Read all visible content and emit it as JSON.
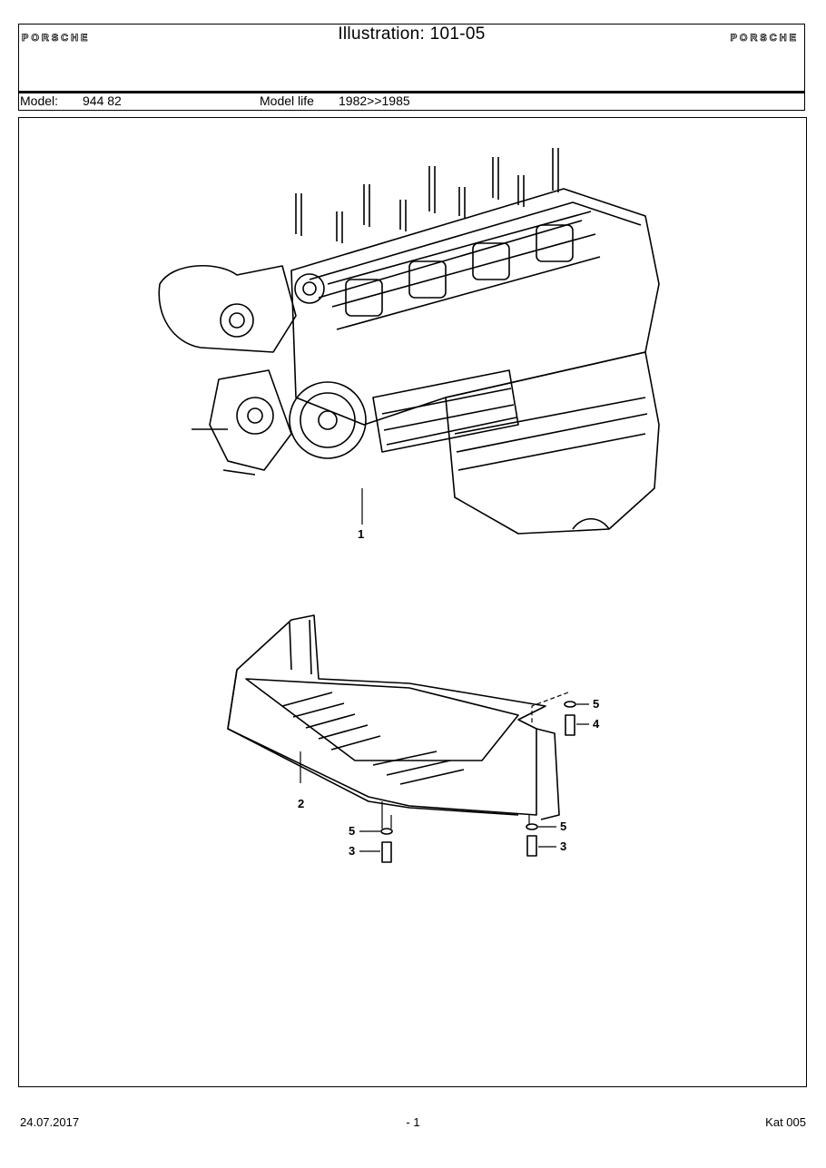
{
  "header": {
    "brand_left": "PORSCHE",
    "brand_right": "PORSCHE",
    "title": "Illustration: 101-05",
    "model_label": "Model:",
    "model_value": "944 82",
    "model_life_label": "Model life",
    "model_life_value": "1982>>1985"
  },
  "illustration": {
    "callouts": {
      "engine": "1",
      "guard_plate": "2",
      "bolt_left": "3",
      "washer_left": "5",
      "bolt_right": "3",
      "washer_right": "5",
      "bolt_top": "4",
      "washer_top": "5"
    }
  },
  "footer": {
    "date": "24.07.2017",
    "page": "- 1",
    "catalog": "Kat 005"
  }
}
